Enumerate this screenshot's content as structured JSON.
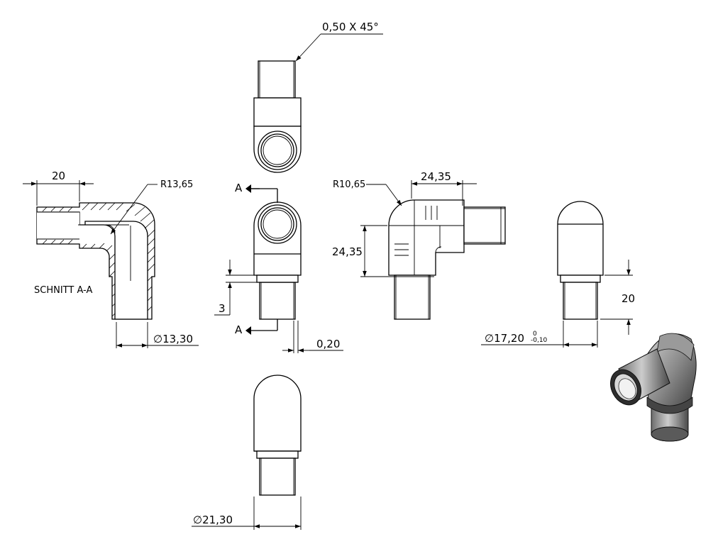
{
  "dimensions": {
    "chamfer": "0,50 X 45°",
    "left_width": "20",
    "left_radius": "R13,65",
    "left_dia": "13,30",
    "step": "3",
    "gap": "0,20",
    "bottom_dia": "21,30",
    "side_radius": "R10,65",
    "side_w": "24,35",
    "side_h": "24,35",
    "right_h": "20",
    "right_dia": "17,20",
    "tol_upper": "0",
    "tol_lower": "-0,10"
  },
  "labels": {
    "section_title": "SCHNITT A-A",
    "section_mark_top": "A",
    "section_mark_bottom": "A",
    "dia_symbol": "∅"
  }
}
